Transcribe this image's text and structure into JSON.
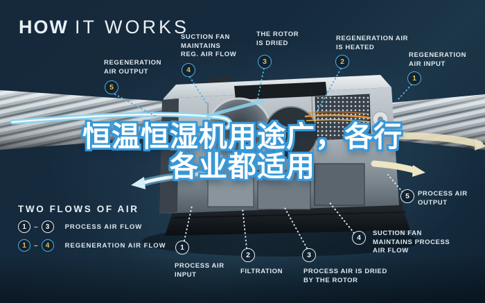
{
  "title": {
    "word_bold": "HOW",
    "word_light": "IT WORKS"
  },
  "overlay": {
    "line1": "恒温恒湿机用途广，各行",
    "line2": "各业都适用"
  },
  "callouts": [
    {
      "id": "regeneration-air-output",
      "num": "5",
      "flow": "regen",
      "label": "REGENERATION\nAIR OUTPUT"
    },
    {
      "id": "suction-fan-reg",
      "num": "4",
      "flow": "regen",
      "label": "SUCTION FAN\nMAINTAINS\nREG. AIR FLOW"
    },
    {
      "id": "rotor-is-dried",
      "num": "3",
      "flow": "regen",
      "label": "THE ROTOR\nIS DRIED"
    },
    {
      "id": "regeneration-air-heated",
      "num": "2",
      "flow": "regen",
      "label": "REGENERATION AIR\nIS HEATED"
    },
    {
      "id": "regeneration-air-input",
      "num": "1",
      "flow": "regen",
      "label": "REGENERATION\nAIR INPUT"
    },
    {
      "id": "process-air-output",
      "num": "5",
      "flow": "process",
      "label": "PROCESS AIR\nOUTPUT"
    },
    {
      "id": "suction-fan-process",
      "num": "4",
      "flow": "process",
      "label": "SUCTION FAN\nMAINTAINS PROCESS\nAIR FLOW"
    },
    {
      "id": "process-air-dried",
      "num": "3",
      "flow": "process",
      "label": "PROCESS AIR IS DRIED\nBY THE ROTOR"
    },
    {
      "id": "filtration",
      "num": "2",
      "flow": "process",
      "label": "FILTRATION"
    },
    {
      "id": "process-air-input",
      "num": "1",
      "flow": "process",
      "label": "PROCESS AIR\nINPUT"
    }
  ],
  "legend": {
    "heading": "TWO FLOWS OF AIR",
    "process_row": {
      "from": "1",
      "dash": "–",
      "to": "3",
      "label": "PROCESS AIR FLOW"
    },
    "regen_row": {
      "from": "1",
      "dash": "–",
      "to": "4",
      "label": "REGENERATION AIR FLOW"
    }
  },
  "colors": {
    "background_navy": "#152b3d",
    "accent_cyan": "#4fb0e0",
    "badge_number_yellow": "#e7c158",
    "label_white": "#dfe8ee",
    "overlay_stroke_blue": "#3798d8",
    "dry_air_cream": "#eae1c0"
  }
}
